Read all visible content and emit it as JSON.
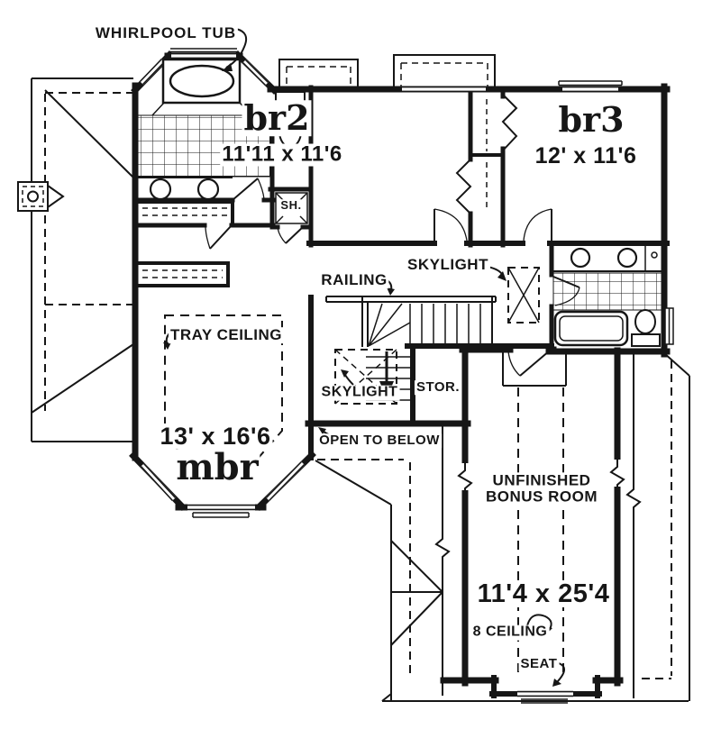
{
  "plan": {
    "colors": {
      "ink": "#161616",
      "paper": "#ffffff"
    },
    "rooms": {
      "br2": {
        "name": "br2",
        "dims": "11'11 x 11'6"
      },
      "br3": {
        "name": "br3",
        "dims": "12' x 11'6"
      },
      "mbr": {
        "name": "mbr",
        "dims": "13' x 16'6",
        "tray_ceiling": "TRAY CEILING"
      },
      "bonus": {
        "name": "UNFINISHED\nBONUS ROOM",
        "dims": "11'4 x 25'4",
        "ceiling": "8 CEILING",
        "seat": "SEAT"
      }
    },
    "features": {
      "whirlpool_tub": "WHIRLPOOL TUB",
      "railing": "RAILING",
      "skylight_upper": "SKYLIGHT",
      "skylight_lower": "SKYLIGHT",
      "shower": "SH.",
      "storage": "STOR.",
      "open_to_below": "OPEN TO BELOW"
    }
  }
}
